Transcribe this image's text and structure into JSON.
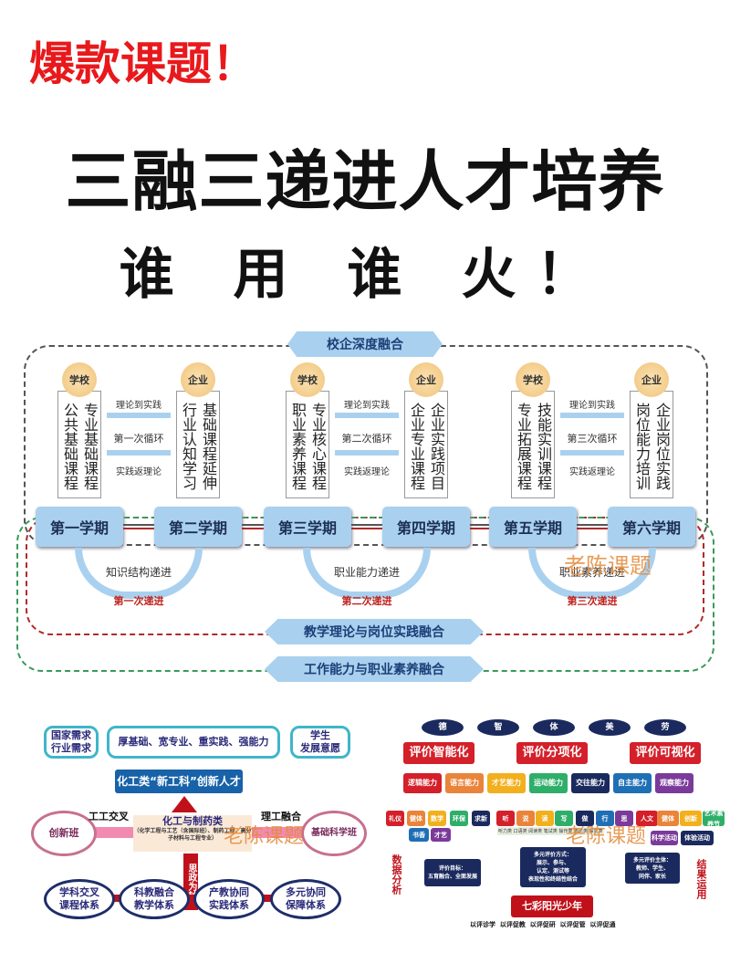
{
  "header": {
    "tag": "爆款课题！",
    "title": "三融三递进人才培养",
    "slogan": "谁 用 谁 火！"
  },
  "main_diagram": {
    "banners": [
      "校企深度融合",
      "教学理论与岗位实践融合",
      "工作能力与职业素养融合"
    ],
    "columns": [
      {
        "owner": "学校",
        "text": "专业基础课程公共基础课程",
        "semester": "第一学期"
      },
      {
        "owner": "企业",
        "text": "基础课程延伸行业认知学习",
        "semester": "第二学期"
      },
      {
        "owner": "学校",
        "text": "专业核心课程职业素养课程",
        "semester": "第三学期"
      },
      {
        "owner": "企业",
        "text": "企业实践项目企业专业课程",
        "semester": "第四学期"
      },
      {
        "owner": "学校",
        "text": "技能实训课程专业拓展课程",
        "semester": "第五学期"
      },
      {
        "owner": "企业",
        "text": "企业岗位实践岗位能力培训",
        "semester": "第六学期"
      }
    ],
    "cycles": [
      {
        "forward": "理论到实践",
        "cycle": "第一次循环",
        "back": "实践返理论",
        "progress": "知识结构递进",
        "progress_label": "第一次递进"
      },
      {
        "forward": "理论到实践",
        "cycle": "第二次循环",
        "back": "实践返理论",
        "progress": "职业能力递进",
        "progress_label": "第二次递进"
      },
      {
        "forward": "理论到实践",
        "cycle": "第三次循环",
        "back": "实践返理论",
        "progress": "职业素养递进",
        "progress_label": "第三次递进"
      }
    ],
    "colors": {
      "outer": "#555555",
      "red_dash": "#b02a2a",
      "green_dash": "#3a9a5a",
      "banner": "#a9d1ef"
    }
  },
  "watermark": "老陈课题",
  "left_diagram": {
    "top_left": "国家需求\n行业需求",
    "top_mid": "厚基础、宽专业、重实践、强能力",
    "top_right": "学生\n发展意愿",
    "goal": "化工类“新工科”创新人才",
    "left_label": "工工交叉",
    "right_label": "理工融合",
    "center_title": "化工与制药类",
    "center_sub": "（化学工程与工艺（含国际班）、制药工程、高分子材料与工程专业）",
    "left_ell": "创新班",
    "right_ell": "基础科学班",
    "axis": "思政为轴",
    "bottom": [
      "学科交叉\n课程体系",
      "科教融合\n教学体系",
      "产教协同\n实践体系",
      "多元协同\n保障体系"
    ]
  },
  "right_diagram": {
    "top": [
      "德",
      "智",
      "体",
      "美",
      "劳"
    ],
    "headers": [
      "评价智能化",
      "评价分项化",
      "评价可视化"
    ],
    "abilities": [
      {
        "t": "逻辑能力",
        "c": "#d4202a"
      },
      {
        "t": "语言能力",
        "c": "#e9843a"
      },
      {
        "t": "才艺能力",
        "c": "#f2b01e"
      },
      {
        "t": "运动能力",
        "c": "#2fae6a"
      },
      {
        "t": "交往能力",
        "c": "#1b2a5e"
      },
      {
        "t": "自主能力",
        "c": "#1f6fb5"
      },
      {
        "t": "观察能力",
        "c": "#7b3a9a"
      }
    ],
    "items": [
      {
        "t": "礼仪",
        "c": "#d4202a"
      },
      {
        "t": "健体",
        "c": "#e9843a"
      },
      {
        "t": "数学",
        "c": "#f2b01e"
      },
      {
        "t": "环保",
        "c": "#2fae6a"
      },
      {
        "t": "求新",
        "c": "#1b2a5e"
      },
      {
        "t": "听",
        "c": "#d4202a"
      },
      {
        "t": "说",
        "c": "#e9843a"
      },
      {
        "t": "读",
        "c": "#f2b01e"
      },
      {
        "t": "写",
        "c": "#2fae6a"
      },
      {
        "t": "做",
        "c": "#1b2a5e"
      },
      {
        "t": "行",
        "c": "#1f6fb5"
      },
      {
        "t": "思",
        "c": "#7b3a9a"
      },
      {
        "t": "人文",
        "c": "#d4202a"
      },
      {
        "t": "健体",
        "c": "#e9843a"
      },
      {
        "t": "创新",
        "c": "#f2b01e"
      },
      {
        "t": "艺术素养节",
        "c": "#2fae6a"
      }
    ],
    "items2": [
      {
        "t": "书香",
        "c": "#1f6fb5"
      },
      {
        "t": "才艺",
        "c": "#7b3a9a"
      }
    ],
    "small": "听力类 口语类 阅读类 笔试类 操作类 表达类 探究类",
    "activities": [
      "科学活动",
      "体验活动"
    ],
    "goal_box": "评价目标：\n五育融合、全面发展",
    "method_box": "多元评价方式：\n展示、参与、\n认定、测试等\n表现性和终结性结合",
    "subject_box": "多元评价主体：\n教师、学生、\n同伴、家长",
    "left_side": "数据分析",
    "right_side": "结果运用",
    "center": "七彩阳光少年",
    "bottom": "以评诊学  以评促教  以评促研  以评促管  以评促通"
  }
}
